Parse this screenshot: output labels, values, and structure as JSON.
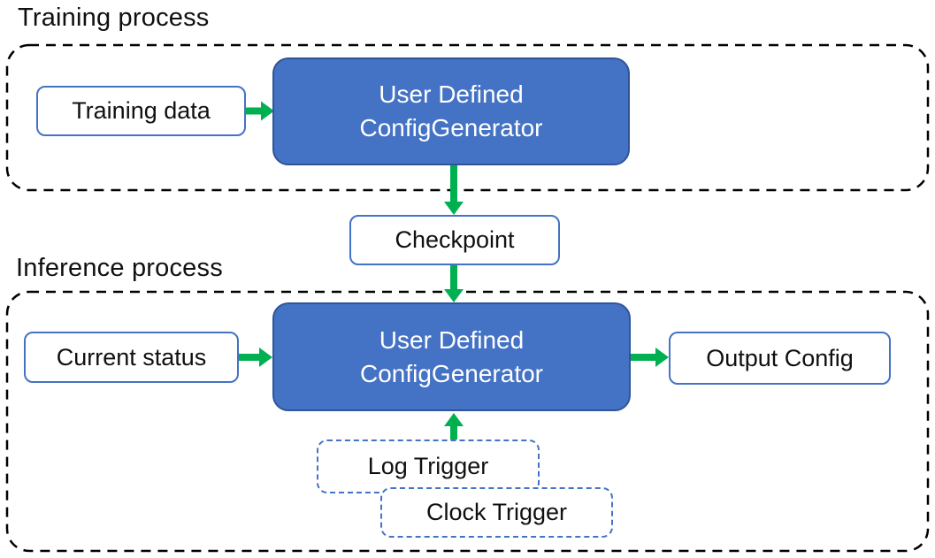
{
  "diagram": {
    "training": {
      "title": "Training process",
      "input_label": "Training data",
      "generator": {
        "line1": "User Defined",
        "line2": "ConfigGenerator"
      }
    },
    "checkpoint_label": "Checkpoint",
    "inference": {
      "title": "Inference process",
      "input_label": "Current status",
      "generator": {
        "line1": "User Defined",
        "line2": "ConfigGenerator"
      },
      "output_label": "Output Config",
      "log_trigger_label": "Log Trigger",
      "clock_trigger_label": "Clock Trigger"
    },
    "colors": {
      "generator_fill": "#4472c4",
      "generator_border": "#2f5597",
      "box_border": "#4472c4",
      "arrow_green": "#00b050",
      "container_border": "#000000"
    }
  }
}
